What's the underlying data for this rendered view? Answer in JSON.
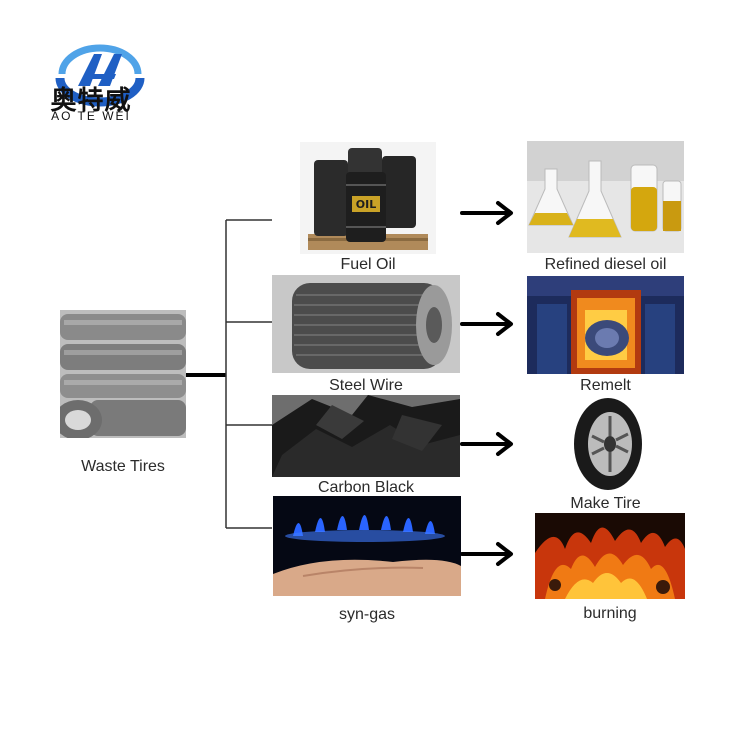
{
  "brand": {
    "name_cn": "奥特威",
    "name_en": "AO TE WEI",
    "colors": {
      "blue": "#1f5fc4",
      "light_blue": "#4fa3e8"
    }
  },
  "diagram": {
    "source": {
      "label": "Waste Tires",
      "icon": "tire-stack-photo"
    },
    "products": [
      {
        "label": "Fuel Oil",
        "icon": "oil-barrels-photo",
        "result": {
          "label": "Refined diesel oil",
          "icon": "lab-flasks-photo"
        }
      },
      {
        "label": "Steel Wire",
        "icon": "steel-wire-spool-photo",
        "result": {
          "label": "Remelt",
          "icon": "furnace-photo"
        }
      },
      {
        "label": "Carbon Black",
        "icon": "carbon-black-photo",
        "result": {
          "label": "Make Tire",
          "icon": "tire-photo"
        }
      },
      {
        "label": "syn-gas",
        "icon": "gas-flame-photo",
        "result": {
          "label": "burning",
          "icon": "fire-photo"
        }
      }
    ]
  }
}
